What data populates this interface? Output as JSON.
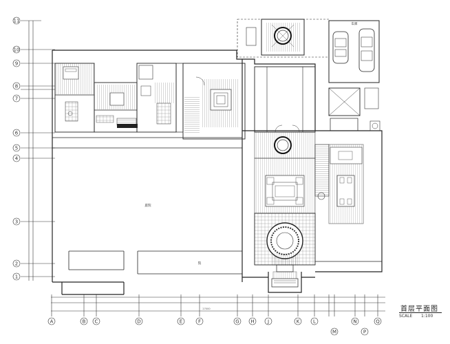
{
  "drawing": {
    "title": "首层平面图",
    "scale_label": "SCALE",
    "scale_value": "1:100"
  },
  "axes": {
    "left": [
      "11",
      "10",
      "9",
      "8",
      "7",
      "6",
      "5",
      "4",
      "3",
      "2",
      "1"
    ],
    "bottom": [
      "A",
      "B",
      "C",
      "D",
      "E",
      "F",
      "G",
      "H",
      "J",
      "K",
      "L",
      "M",
      "N",
      "P",
      "Q"
    ]
  },
  "dimensions": {
    "bottom_total": "27000"
  },
  "rooms": {
    "courtyard": "庭院",
    "yard": "院",
    "garage": "车库"
  }
}
